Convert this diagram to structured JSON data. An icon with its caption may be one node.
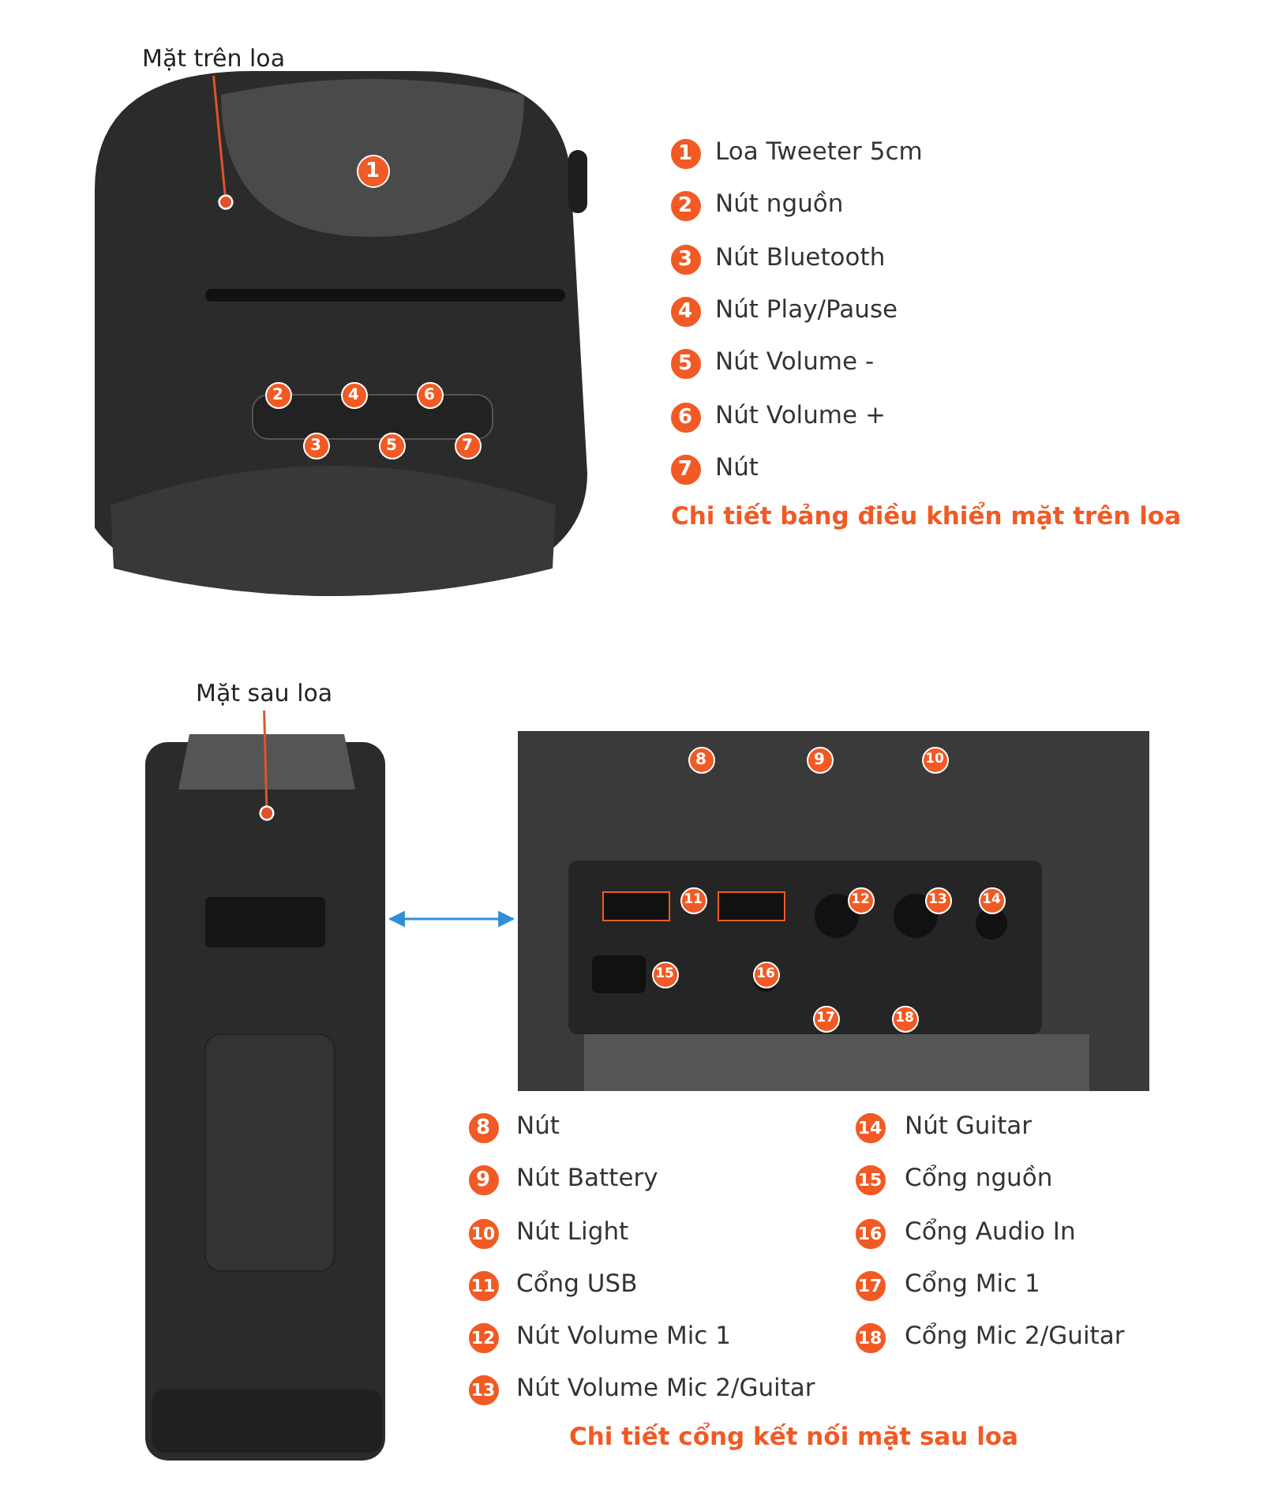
{
  "diagram": {
    "nodes": [
      {
        "text": [
          "Mặt trên loa"
        ]
      },
      {
        "text": [],
        "shape": "picture"
      },
      {
        "text": [
          "Mặt sau loa"
        ]
      },
      {
        "text": [],
        "shape": "picture"
      },
      {
        "text": [],
        "shape": "picture"
      }
    ],
    "edges": [
      {
        "from": 0,
        "to": 1,
        "arrow": "other"
      },
      {
        "from": 2,
        "to": 3,
        "arrow": "other"
      },
      {
        "from": 3,
        "to": 4,
        "arrow": "both",
        "color": "#2f8fd6"
      }
    ],
    "labels": [
      "1",
      "2",
      "4",
      "6",
      "3",
      "5",
      "7",
      "1",
      "Loa Tweeter 5cm",
      "2",
      "Nút nguồn",
      "3",
      "Nút Bluetooth",
      "4",
      "Nút Play/Pause",
      "5",
      "Nút Volume -",
      "6",
      "Nút Volume +",
      "7",
      "Nút",
      "Chi tiết bảng điều khiển mặt trên loa",
      "8",
      "9",
      "10",
      "11",
      "12",
      "13",
      "14",
      "15",
      "16",
      "17",
      "18",
      "8",
      "Nút",
      "14",
      "Nút Guitar",
      "9",
      "Nút Battery",
      "15",
      "Cổng nguồn",
      "10",
      "Nút Light",
      "16",
      "Cổng Audio In",
      "11",
      "Cổng USB",
      "17",
      "Cổng Mic 1",
      "12",
      "Nút Volume Mic 1",
      "18",
      "Cổng Mic 2/Guitar",
      "13",
      "Nút Volume Mic 2/Guitar",
      "Chi tiết cổng kết nối mặt sau loa"
    ]
  }
}
